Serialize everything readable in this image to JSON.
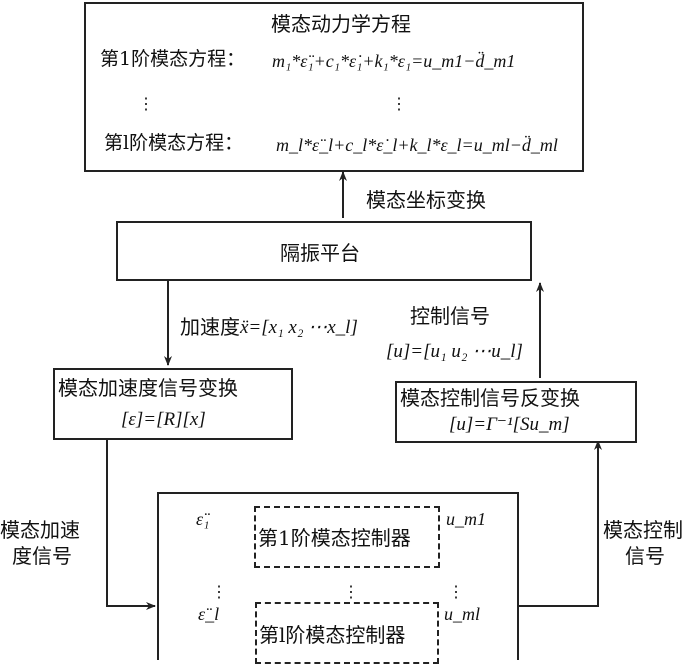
{
  "modal_dynamics_box": {
    "title": "模态动力学方程",
    "eq1_label": "第1阶模态方程：",
    "eq1": "m₁*ε̈₁+c₁*ε̇₁+k₁*ε₁=u_m1−d̈_m1",
    "eq_l_label": "第l阶模态方程：",
    "eq_l": "m_l*ε̈_l+c_l*ε̇_l+k_l*ε_l=u_ml−d̈_ml",
    "ellipsis": "⋮"
  },
  "arrow_modal_coord_label": "模态坐标变换",
  "isolation_platform": {
    "title": "隔振平台"
  },
  "accel_label": {
    "prefix": "加速度",
    "formula": "ẍ=[x₁ x₂ ⋯x_l]"
  },
  "control_signal_label": {
    "title": "控制信号",
    "formula": "[u]=[u₁ u₂ ⋯u_l]"
  },
  "modal_accel_transform": {
    "title": "模态加速度信号变换",
    "formula": "[ε]=[R][x]"
  },
  "modal_control_inverse": {
    "title": "模态控制信号反变换",
    "formula": "[u]=Γ⁻¹[Su_m]"
  },
  "left_side_label": {
    "line1": "模态加速",
    "line2": "度信号"
  },
  "right_side_label": {
    "line1": "模态控制",
    "line2": "信号"
  },
  "controllers": [
    {
      "input": "ε̈₁",
      "label": "第1阶模态控制器",
      "output": "u_m1"
    },
    {
      "input": "ε̈_l",
      "label": "第l阶模态控制器",
      "output": "u_ml"
    }
  ],
  "ellipsis": "⋮"
}
